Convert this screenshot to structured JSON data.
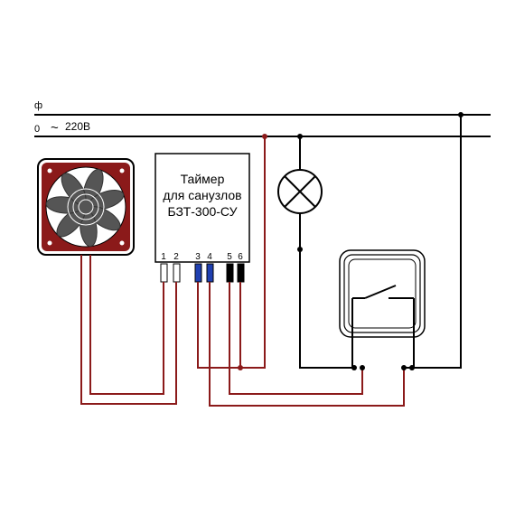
{
  "lines": {
    "phase_label": "ф",
    "neutral_label": "0",
    "voltage_label": "220В"
  },
  "timer": {
    "title_line1": "Таймер",
    "title_line2": "для санузлов",
    "title_line3": "БЗТ-300-СУ",
    "terminals": [
      "1",
      "2",
      "3",
      "4",
      "5",
      "6"
    ]
  },
  "colors": {
    "wire_mains": "#000000",
    "wire_load": "#8b1a1a",
    "fan_frame": "#8b1a1a",
    "terminal_white": "#ffffff",
    "terminal_blue": "#1f3fb0",
    "terminal_black": "#000000"
  }
}
